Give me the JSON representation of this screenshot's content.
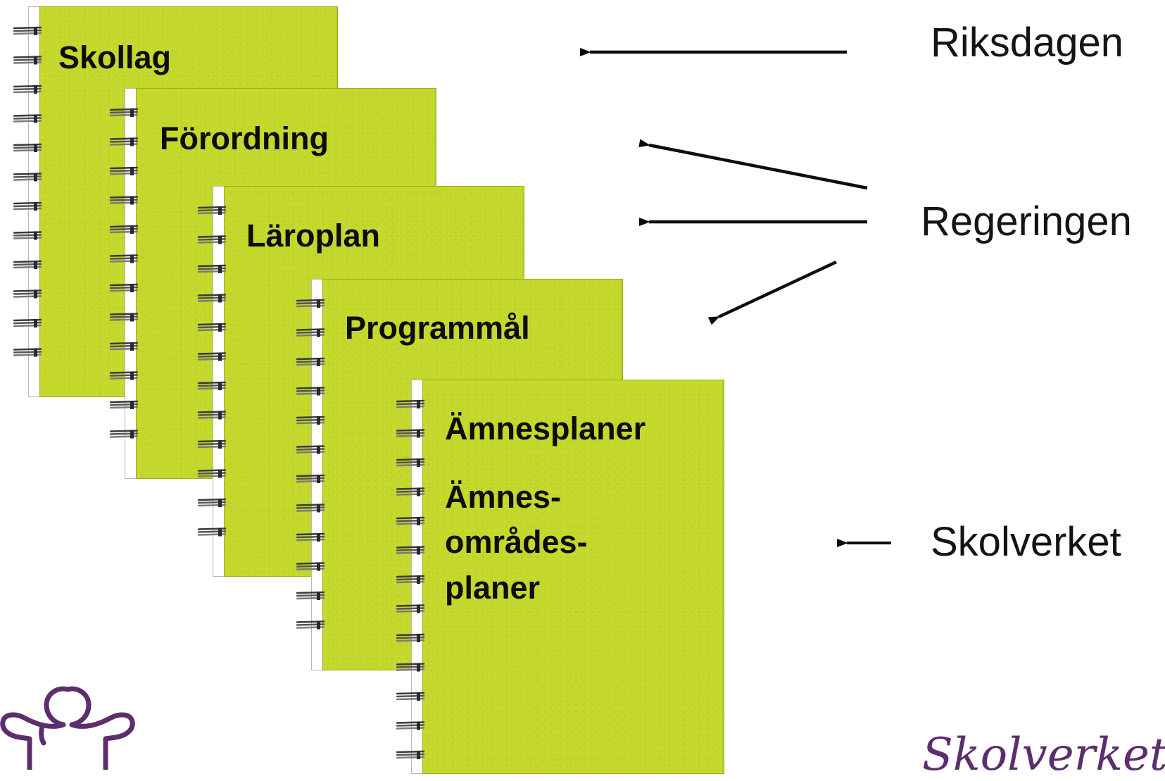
{
  "documents": [
    {
      "id": "skollag",
      "title": "Skollag"
    },
    {
      "id": "forordning",
      "title": "Förordning"
    },
    {
      "id": "laroplan",
      "title": "Läroplan"
    },
    {
      "id": "programmal",
      "title": "Programmål"
    },
    {
      "id": "amnesplaner",
      "title": "Ämnesplaner",
      "title_2": "Ämnes-",
      "title_3": "områdes-",
      "title_4": "planer"
    }
  ],
  "authorities": {
    "riksdagen": "Riksdagen",
    "regeringen": "Regeringen",
    "skolverket": "Skolverket"
  },
  "branding": {
    "wordmark": "Skolverket",
    "logo_icon": "child-figure-icon"
  },
  "colors": {
    "cover": "#c3d82a",
    "text": "#0d0d0d",
    "brand": "#5c2e6e"
  }
}
